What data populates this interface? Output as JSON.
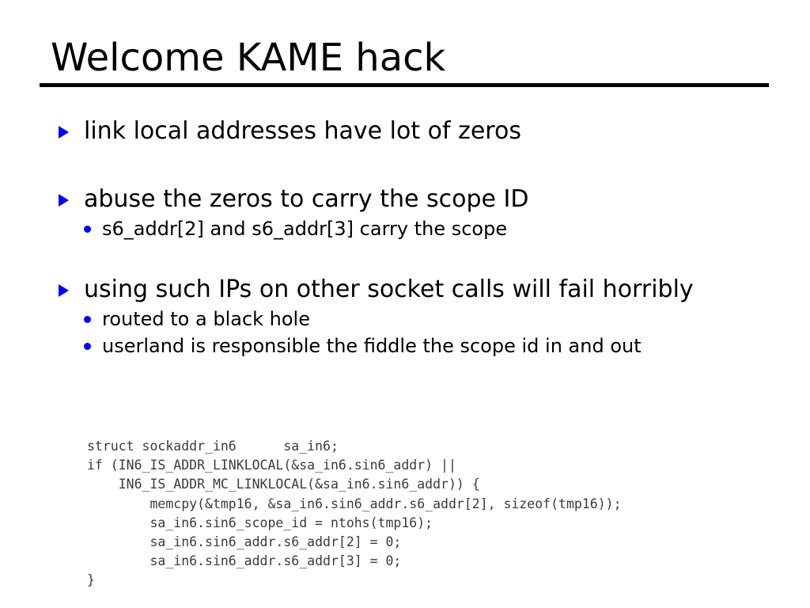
{
  "slide": {
    "title": "Welcome KAME hack",
    "bullets": [
      {
        "level": 1,
        "marker": "triangle-bullet-icon",
        "text": "link local addresses have lot of zeros"
      },
      {
        "level": 1,
        "marker": "triangle-bullet-icon",
        "text": "abuse the zeros to carry the scope ID"
      },
      {
        "level": 2,
        "marker": "dot-bullet-icon",
        "text": "s6_addr[2] and s6_addr[3] carry the scope"
      },
      {
        "level": 1,
        "marker": "triangle-bullet-icon",
        "text": "using such IPs on other socket calls will fail horribly"
      },
      {
        "level": 2,
        "marker": "dot-bullet-icon",
        "text": "routed to a black hole"
      },
      {
        "level": 2,
        "marker": "dot-bullet-icon",
        "text": "userland is responsible the fiddle the scope id in and out"
      }
    ],
    "code": {
      "language": "c",
      "lines": [
        "struct sockaddr_in6      sa_in6;",
        "if (IN6_IS_ADDR_LINKLOCAL(&sa_in6.sin6_addr) ||",
        "    IN6_IS_ADDR_MC_LINKLOCAL(&sa_in6.sin6_addr)) {",
        "        memcpy(&tmp16, &sa_in6.sin6_addr.s6_addr[2], sizeof(tmp16));",
        "        sa_in6.sin6_scope_id = ntohs(tmp16);",
        "        sa_in6.sin6_addr.s6_addr[2] = 0;",
        "        sa_in6.sin6_addr.s6_addr[3] = 0;",
        "}"
      ]
    }
  },
  "colors": {
    "background": "#ffffff",
    "text": "#000000",
    "bullet_accent": "#0000ff",
    "code_text": "#3b3b3b",
    "rule": "#000000"
  }
}
